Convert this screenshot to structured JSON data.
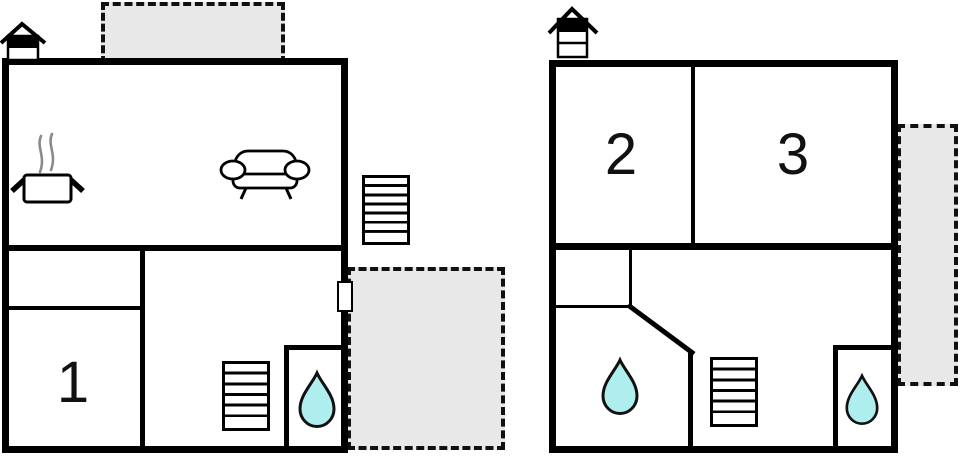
{
  "colors": {
    "wall": "#000000",
    "terrace_fill": "#e8e8e8",
    "terrace_border": "#111111",
    "drop_fill": "#aeeeee",
    "drop_outline": "#111111",
    "steam": "#8a8a8a",
    "label": "#111111"
  },
  "floorplan": {
    "floors": [
      {
        "id": "ground-floor",
        "rooms": [
          {
            "label": "1"
          }
        ],
        "icons": [
          "chimney-icon",
          "cooking-pot-icon",
          "sofa-icon",
          "stairs-icon",
          "outdoor-stairs-icon",
          "water-drop-icon",
          "door-marker"
        ],
        "terraces": [
          "top-terrace",
          "side-terrace"
        ]
      },
      {
        "id": "upper-floor",
        "rooms": [
          {
            "label": "2"
          },
          {
            "label": "3"
          }
        ],
        "icons": [
          "chimney-icon",
          "stairs-icon",
          "water-drop-icon",
          "water-drop-icon"
        ],
        "terraces": [
          "side-terrace"
        ]
      }
    ]
  }
}
